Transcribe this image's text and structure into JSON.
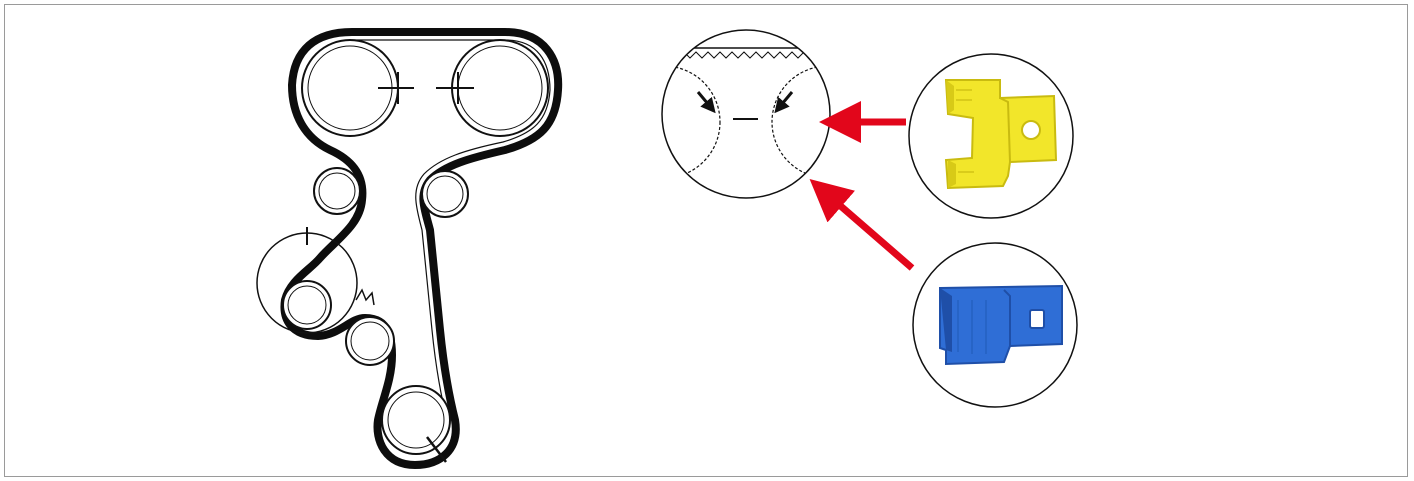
{
  "figure": {
    "colors": {
      "line": "#111111",
      "belt": "#0d0d0d",
      "arrow": "#e2061b",
      "tool_yellow": "#f2e62a",
      "tool_yellow_shade": "#c9bb10",
      "tool_blue": "#2f6ed6",
      "tool_blue_shade": "#1f4fa8",
      "frame_border": "#9a9a9a"
    },
    "components": [
      "timing-belt-layout",
      "sprocket-mark-detail",
      "yellow-locking-tool",
      "blue-locking-tool"
    ]
  }
}
